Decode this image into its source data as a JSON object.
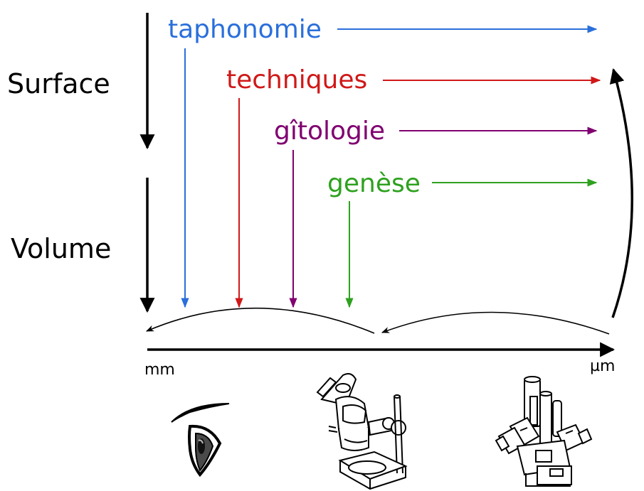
{
  "row_labels": {
    "surface": "Surface",
    "volume": "Volume"
  },
  "factors": [
    {
      "label": "taphonomie",
      "color": "#2a6fdb"
    },
    {
      "label": "techniques",
      "color": "#d01818"
    },
    {
      "label": "gîtologie",
      "color": "#800070"
    },
    {
      "label": "genèse",
      "color": "#2ea11f"
    }
  ],
  "scale_axis": {
    "start_label": "mm",
    "end_label": "µm"
  },
  "instruments": [
    {
      "name": "eye-icon"
    },
    {
      "name": "stereo-microscope-icon"
    },
    {
      "name": "electron-microscope-icon"
    }
  ]
}
